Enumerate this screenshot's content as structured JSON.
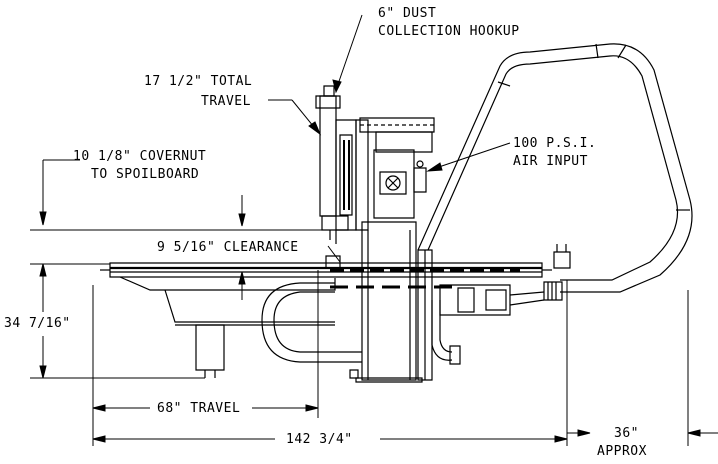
{
  "annotations": {
    "dust_line1": "6\" DUST",
    "dust_line2": "COLLECTION HOOKUP",
    "travel_z_line1": "17 1/2\" TOTAL",
    "travel_z_line2": "TRAVEL",
    "air_line1": "100 P.S.I.",
    "air_line2": "AIR INPUT",
    "covernut_line1": "10 1/8\" COVERNUT",
    "covernut_line2": "TO SPOILBOARD",
    "clearance": "9 5/16\" CLEARANCE",
    "height": "34 7/16\"",
    "travel_x": "68\" TRAVEL",
    "overall_length": "142 3/4\"",
    "approx_line1": "36\"",
    "approx_line2": "APPROX"
  }
}
